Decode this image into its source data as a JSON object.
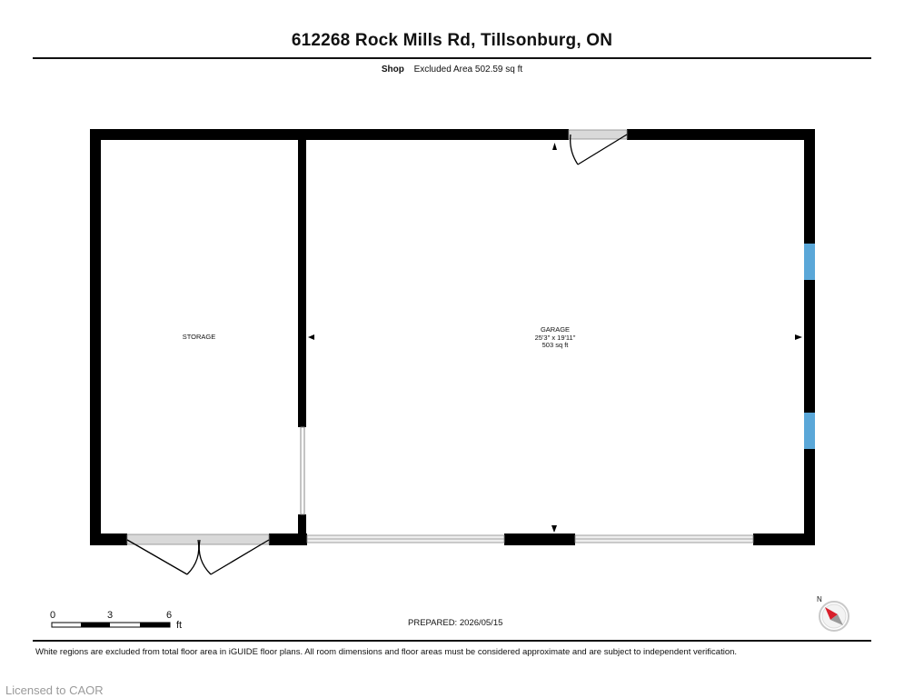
{
  "header": {
    "address": "612268 Rock Mills Rd, Tillsonburg, ON",
    "floor_name": "Shop",
    "excluded_area": "Excluded Area 502.59 sq ft"
  },
  "rooms": {
    "storage": {
      "name": "STORAGE"
    },
    "garage": {
      "name": "GARAGE",
      "dimensions": "25'3\" x 19'11\"",
      "area": "503 sq ft"
    }
  },
  "scale": {
    "labels": [
      "0",
      "3",
      "6"
    ],
    "unit": "ft"
  },
  "compass": {
    "label": "N"
  },
  "prepared": "PREPARED: 2026/05/15",
  "disclaimer": "White regions are excluded from total floor area in iGUIDE floor plans. All room dimensions and floor areas must be considered approximate and are subject to independent verification.",
  "watermark": "Licensed to CAOR",
  "colors": {
    "wall": "#000000",
    "window": "#5aa7d8",
    "door_threshold": "#d9d9d9",
    "compass_arrow": "#d81e2a"
  }
}
